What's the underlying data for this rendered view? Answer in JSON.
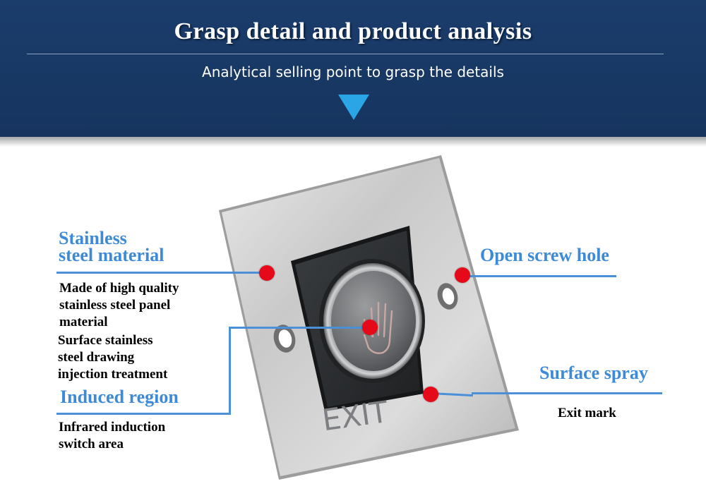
{
  "header": {
    "title": "Grasp detail and product analysis",
    "subtitle": "Analytical selling point to grasp the details"
  },
  "product": {
    "exit_label": "EXIT"
  },
  "callouts": {
    "stainless": {
      "heading_line1": "Stainless",
      "heading_line2": "steel material",
      "desc_lines": [
        "Made of high quality",
        "stainless steel panel",
        "material",
        "Surface stainless",
        "steel drawing",
        "injection treatment"
      ]
    },
    "induced": {
      "heading": "Induced region",
      "desc_lines": [
        "Infrared induction",
        "switch area"
      ]
    },
    "screw": {
      "heading": "Open screw hole"
    },
    "spray": {
      "heading": "Surface spray",
      "desc": "Exit mark"
    }
  },
  "colors": {
    "banner": "#1b3d6c",
    "accent_blue": "#3c8ad8",
    "marker_red": "#e5091a",
    "arrow": "#2aa5e6"
  }
}
